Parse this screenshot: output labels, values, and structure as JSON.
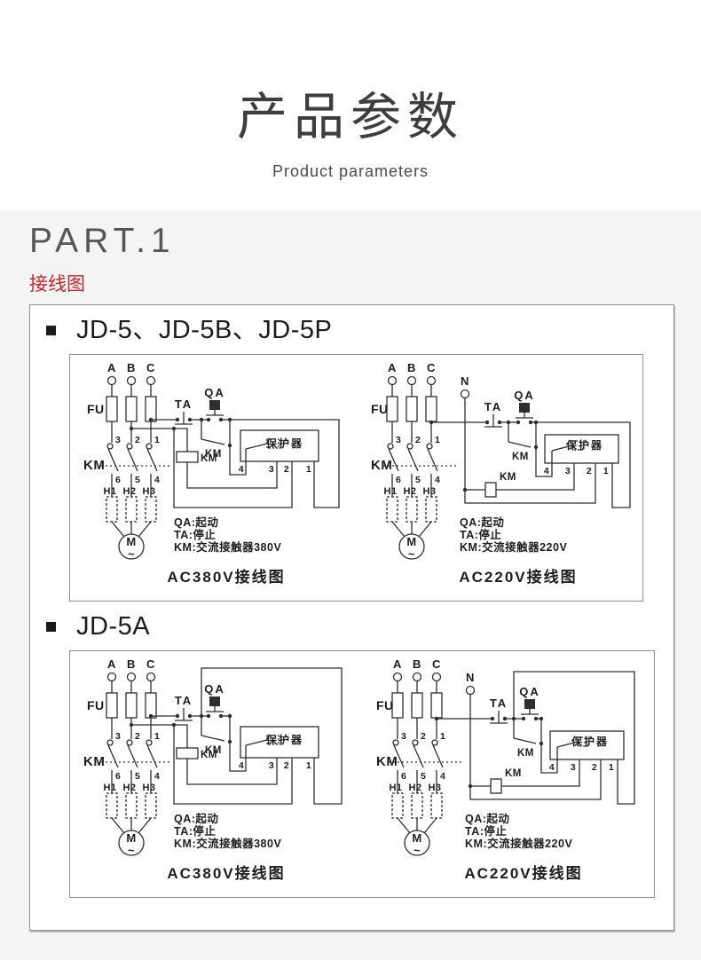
{
  "header": {
    "title": "产品参数",
    "subtitle": "Product parameters"
  },
  "part": {
    "label": "PART.1",
    "tag": "接线图"
  },
  "sections": [
    {
      "heading": "JD-5、JD-5B、JD-5P",
      "diagrams": [
        {
          "variant": "ac380",
          "route": "side",
          "caption": "AC380V接线图",
          "legend": [
            "QA:起动",
            "TA:停止",
            "KM:交流接触器380V"
          ],
          "phases": [
            "A",
            "B",
            "C"
          ],
          "neutral": "",
          "fuse_label": "FU",
          "stop_label": "TA",
          "start_label": "QA",
          "contactor_label": "KM",
          "protector_label": "保护器",
          "upper_terminals": [
            "3",
            "2",
            "1"
          ],
          "lower_terminals": [
            "6",
            "5",
            "4"
          ],
          "heater_labels": [
            "H1",
            "H2",
            "H3"
          ],
          "motor_label": "M",
          "motor_wave": "~",
          "protector_terminals": [
            "4",
            "3",
            "2",
            "1"
          ]
        },
        {
          "variant": "ac220",
          "route": "side",
          "caption": "AC220V接线图",
          "legend": [
            "QA:起动",
            "TA:停止",
            "KM:交流接触器220V"
          ],
          "phases": [
            "A",
            "B",
            "C"
          ],
          "neutral": "N",
          "fuse_label": "FU",
          "stop_label": "TA",
          "start_label": "QA",
          "contactor_label": "KM",
          "protector_label": "保护器",
          "upper_terminals": [
            "3",
            "2",
            "1"
          ],
          "lower_terminals": [
            "6",
            "5",
            "4"
          ],
          "heater_labels": [
            "H1",
            "H2",
            "H3"
          ],
          "motor_label": "M",
          "motor_wave": "~",
          "protector_terminals": [
            "4",
            "3",
            "2",
            "1"
          ]
        }
      ]
    },
    {
      "heading": "JD-5A",
      "diagrams": [
        {
          "variant": "ac380",
          "route": "top",
          "caption": "AC380V接线图",
          "legend": [
            "QA:起动",
            "TA:停止",
            "KM:交流接触器380V"
          ],
          "phases": [
            "A",
            "B",
            "C"
          ],
          "neutral": "",
          "fuse_label": "FU",
          "stop_label": "TA",
          "start_label": "QA",
          "contactor_label": "KM",
          "protector_label": "保护器",
          "upper_terminals": [
            "3",
            "2",
            "1"
          ],
          "lower_terminals": [
            "6",
            "5",
            "4"
          ],
          "heater_labels": [
            "H1",
            "H2",
            "H3"
          ],
          "motor_label": "M",
          "motor_wave": "~",
          "protector_terminals": [
            "4",
            "3",
            "2",
            "1"
          ]
        },
        {
          "variant": "ac220",
          "route": "top",
          "caption": "AC220V接线图",
          "legend": [
            "QA:起动",
            "TA:停止",
            "KM:交流接触器220V"
          ],
          "phases": [
            "A",
            "B",
            "C"
          ],
          "neutral": "N",
          "fuse_label": "FU",
          "stop_label": "TA",
          "start_label": "QA",
          "contactor_label": "KM",
          "protector_label": "保护器",
          "upper_terminals": [
            "3",
            "2",
            "1"
          ],
          "lower_terminals": [
            "6",
            "5",
            "4"
          ],
          "heater_labels": [
            "H1",
            "H2",
            "H3"
          ],
          "motor_label": "M",
          "motor_wave": "~",
          "protector_terminals": [
            "4",
            "3",
            "2",
            "1"
          ]
        }
      ]
    }
  ]
}
